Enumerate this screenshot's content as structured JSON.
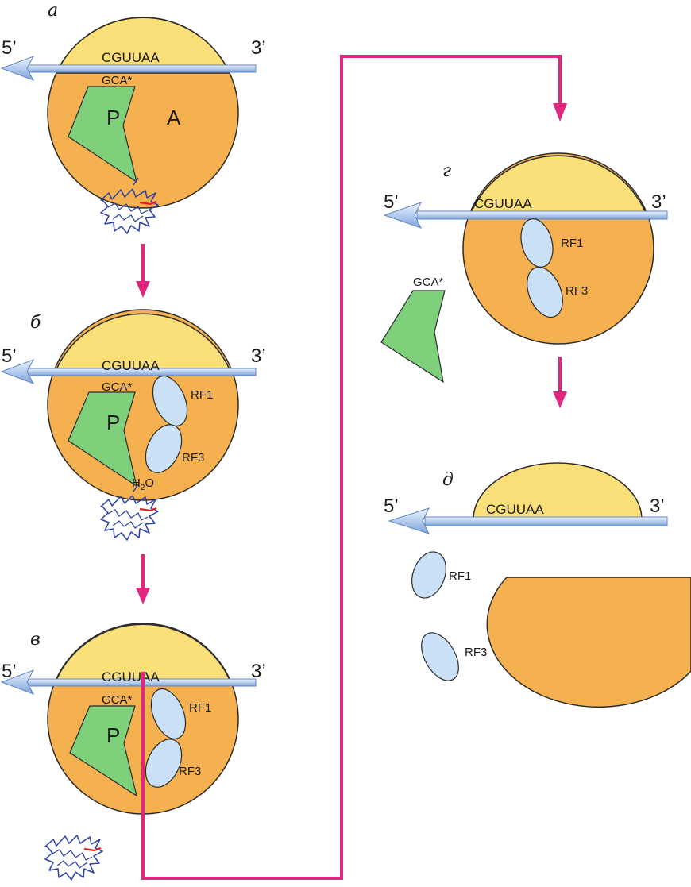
{
  "colors": {
    "small_subunit": "#fbe07a",
    "large_subunit": "#f5b04f",
    "outline": "#2b2b2b",
    "mrna": "#a9c4ea",
    "mrna_edge": "#5f86c4",
    "trna": "#7ed07a",
    "release_factor": "#c9e0f7",
    "arrow": "#e0267f",
    "peptide": "#2a3fa8",
    "peptide_link": "#e02020"
  },
  "panels": {
    "a": {
      "letter": "а",
      "five_prime": "5’",
      "three_prime": "3’",
      "codon": "CGUUAA",
      "gca": "GCA*",
      "p_site": "P",
      "a_site": "A"
    },
    "b": {
      "letter": "б",
      "five_prime": "5’",
      "three_prime": "3’",
      "codon": "CGUUAA",
      "gca": "GCA*",
      "p_site": "P",
      "rf1": "RF1",
      "rf3": "RF3",
      "water": {
        "h": "H",
        "sub": "2",
        "o": "O"
      }
    },
    "c": {
      "letter": "в",
      "five_prime": "5’",
      "three_prime": "3’",
      "codon": "CGUUAA",
      "gca": "GCA*",
      "p_site": "P",
      "rf1": "RF1",
      "rf3": "RF3"
    },
    "d": {
      "letter": "г",
      "five_prime": "5’",
      "three_prime": "3’",
      "codon": "CGUUAA",
      "gca": "GCA*",
      "rf1": "RF1",
      "rf3": "RF3"
    },
    "e": {
      "letter": "д",
      "five_prime": "5’",
      "three_prime": "3’",
      "codon": "CGUUAA",
      "rf1": "RF1",
      "rf3": "RF3"
    }
  }
}
